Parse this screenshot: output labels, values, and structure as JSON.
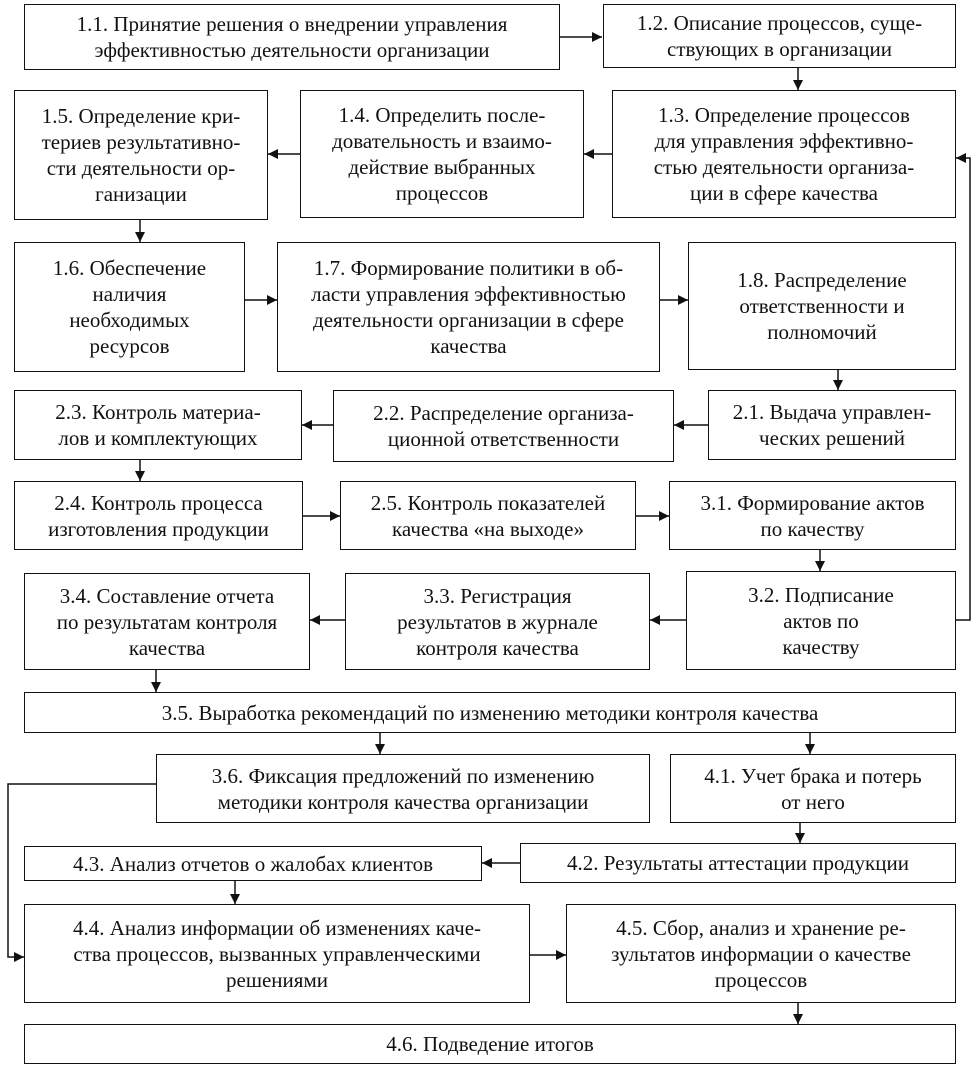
{
  "nodes": {
    "n1_1": "1.1. Принятие решения о внедрении управления\nэффективностью деятельности организации",
    "n1_2": "1.2. Описание процессов, суще-\nствующих в организации",
    "n1_3": "1.3. Определение процессов\nдля управления эффективно-\nстью деятельности организа-\nции в сфере качества",
    "n1_4": "1.4. Определить после-\nдовательность и взаимо-\nдействие выбранных\nпроцессов",
    "n1_5": "1.5. Определение кри-\nтериев результативно-\nсти деятельности ор-\nганизации",
    "n1_6": "1.6. Обеспечение\nналичия\nнеобходимых\nресурсов",
    "n1_7": "1.7. Формирование политики в об-\nласти управления эффективностью\nдеятельности организации в сфере\nкачества",
    "n1_8": "1.8. Распределение\nответственности и\nполномочий",
    "n2_1": "2.1. Выдача управлен-\nческих решений",
    "n2_2": "2.2. Распределение организа-\nционной ответственности",
    "n2_3": "2.3. Контроль материа-\nлов и комплектующих",
    "n2_4": "2.4. Контроль процесса\nизготовления продукции",
    "n2_5": "2.5. Контроль показателей\nкачества «на выходе»",
    "n3_1": "3.1. Формирование актов\nпо качеству",
    "n3_2": "3.2. Подписание\nактов по\nкачеству",
    "n3_3": "3.3. Регистрация\nрезультатов в журнале\nконтроля качества",
    "n3_4": "3.4. Составление отчета\nпо результатам контроля\nкачества",
    "n3_5": "3.5. Выработка рекомендаций по изменению методики контроля качества",
    "n3_6": "3.6. Фиксация предложений по изменению\nметодики контроля качества организации",
    "n4_1": "4.1. Учет брака и потерь\nот него",
    "n4_2": "4.2. Результаты аттестации продукции",
    "n4_3": "4.3. Анализ отчетов о жалобах клиентов",
    "n4_4": "4.4. Анализ информации об изменениях каче-\nства процессов, вызванных управленческими\nрешениями",
    "n4_5": "4.5. Сбор, анализ и хранение ре-\nзультатов информации о качестве\nпроцессов",
    "n4_6": "4.6. Подведение итогов"
  }
}
